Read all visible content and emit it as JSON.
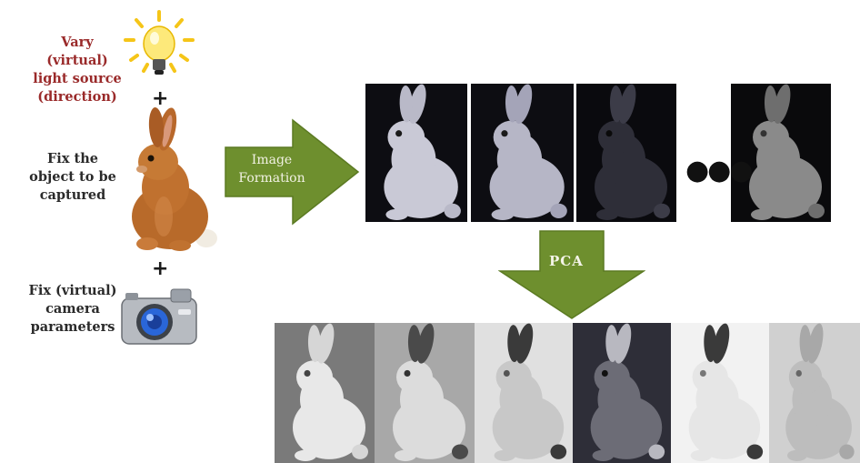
{
  "left_labels": {
    "light": "Vary\n(virtual)\nlight source\n(direction)",
    "object": "Fix the\nobject to be\ncaptured",
    "camera": "Fix (virtual)\ncamera\nparameters"
  },
  "plus_sign": "+",
  "arrows": {
    "image_formation": "Image\nFormation",
    "pca": "PCA"
  },
  "ellipsis": "●●●",
  "colors": {
    "label_red": "#9a2a2a",
    "arrow_green": "#6e8f2e",
    "bulb_yellow": "#f5c518",
    "bunny_brown": "#b86a2a",
    "camera_blue": "#2a66d8"
  },
  "icons": [
    "light-bulb-icon",
    "brown-bunny-image",
    "camera-icon"
  ],
  "rendered_images": [
    {
      "bg": "#0d0d12",
      "body": "#c9c9d6",
      "ear": "#b9b9c8",
      "eye": "#1a1a1a"
    },
    {
      "bg": "#0d0d12",
      "body": "#b6b6c6",
      "ear": "#a4a4b8",
      "eye": "#1a1a1a"
    },
    {
      "bg": "#0a0a0e",
      "body": "#2e2e38",
      "ear": "#3c3c48",
      "eye": "#0a0a0a"
    },
    {
      "bg": "#0a0a0c",
      "body": "#8a8a8a",
      "ear": "#6e6e6e",
      "eye": "#333333"
    }
  ],
  "pca_images": [
    {
      "bg": "#7a7a7a",
      "body": "#e8e8e8",
      "ear": "#d6d6d6",
      "eye": "#444444"
    },
    {
      "bg": "#a8a8a8",
      "body": "#dcdcdc",
      "ear": "#4a4a4a",
      "eye": "#333333"
    },
    {
      "bg": "#e0e0e0",
      "body": "#c8c8c8",
      "ear": "#3a3a3a",
      "eye": "#555555"
    },
    {
      "bg": "#2e2e38",
      "body": "#6c6c76",
      "ear": "#b8b8c0",
      "eye": "#111111"
    },
    {
      "bg": "#f2f2f2",
      "body": "#e6e6e6",
      "ear": "#3a3a3a",
      "eye": "#777777"
    },
    {
      "bg": "#d0d0d0",
      "body": "#bdbdbd",
      "ear": "#a8a8a8",
      "eye": "#666666"
    }
  ]
}
